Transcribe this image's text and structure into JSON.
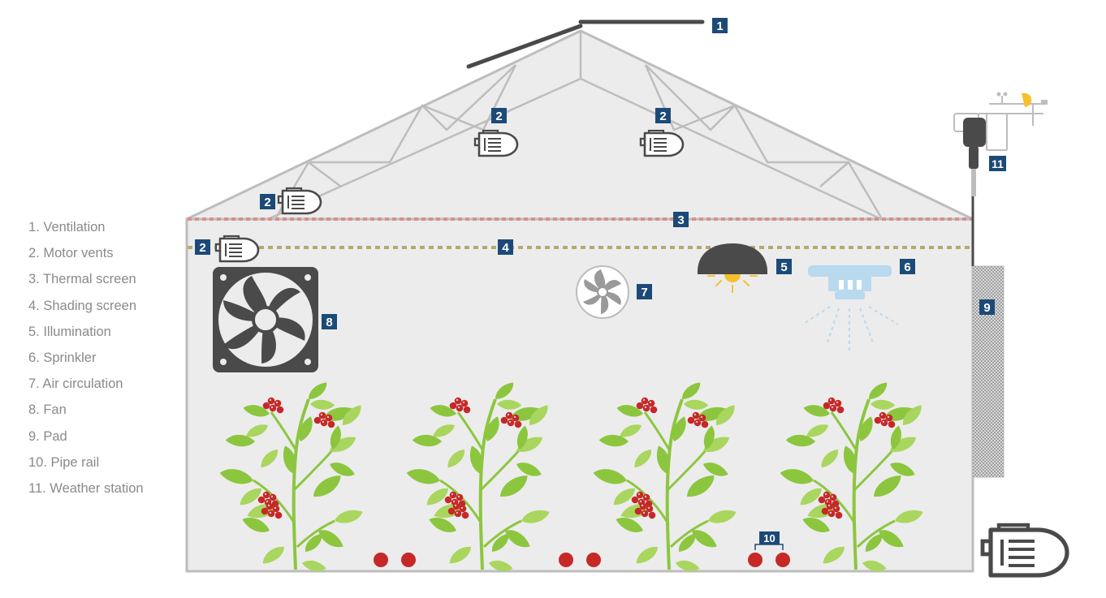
{
  "legend": [
    "1. Ventilation",
    "2. Motor vents",
    "3. Thermal screen",
    "4. Shading screen",
    "5. Illumination",
    "6. Sprinkler",
    "7. Air circulation",
    "8. Fan",
    "9. Pad",
    "10. Pipe rail",
    "11. Weather station"
  ],
  "badges": {
    "ventilation": "1",
    "motor_vent": "2",
    "thermal_screen": "3",
    "shading_screen": "4",
    "illumination": "5",
    "sprinkler": "6",
    "air_circulation": "7",
    "fan": "8",
    "pad": "9",
    "pipe_rail": "10",
    "weather_station": "11"
  },
  "colors": {
    "badge": "#1c4a78",
    "frame": "#bdbdbd",
    "interior": "#ececec",
    "thermal_screen": "#d9908c",
    "shading_screen": "#b3aa72",
    "device": "#4a4a4a",
    "leaf": "#8cc63f",
    "tomato": "#c62828",
    "light": "#f6c12b",
    "sprinkler": "#b9d9ee",
    "pad": "#8a8a8a"
  },
  "icons": [
    "motor-icon",
    "fan-icon",
    "air-circulation-icon",
    "lamp-icon",
    "sprinkler-icon",
    "weather-station-icon",
    "tomato-plant-icon",
    "pipe-rail-icon",
    "pad-icon"
  ]
}
